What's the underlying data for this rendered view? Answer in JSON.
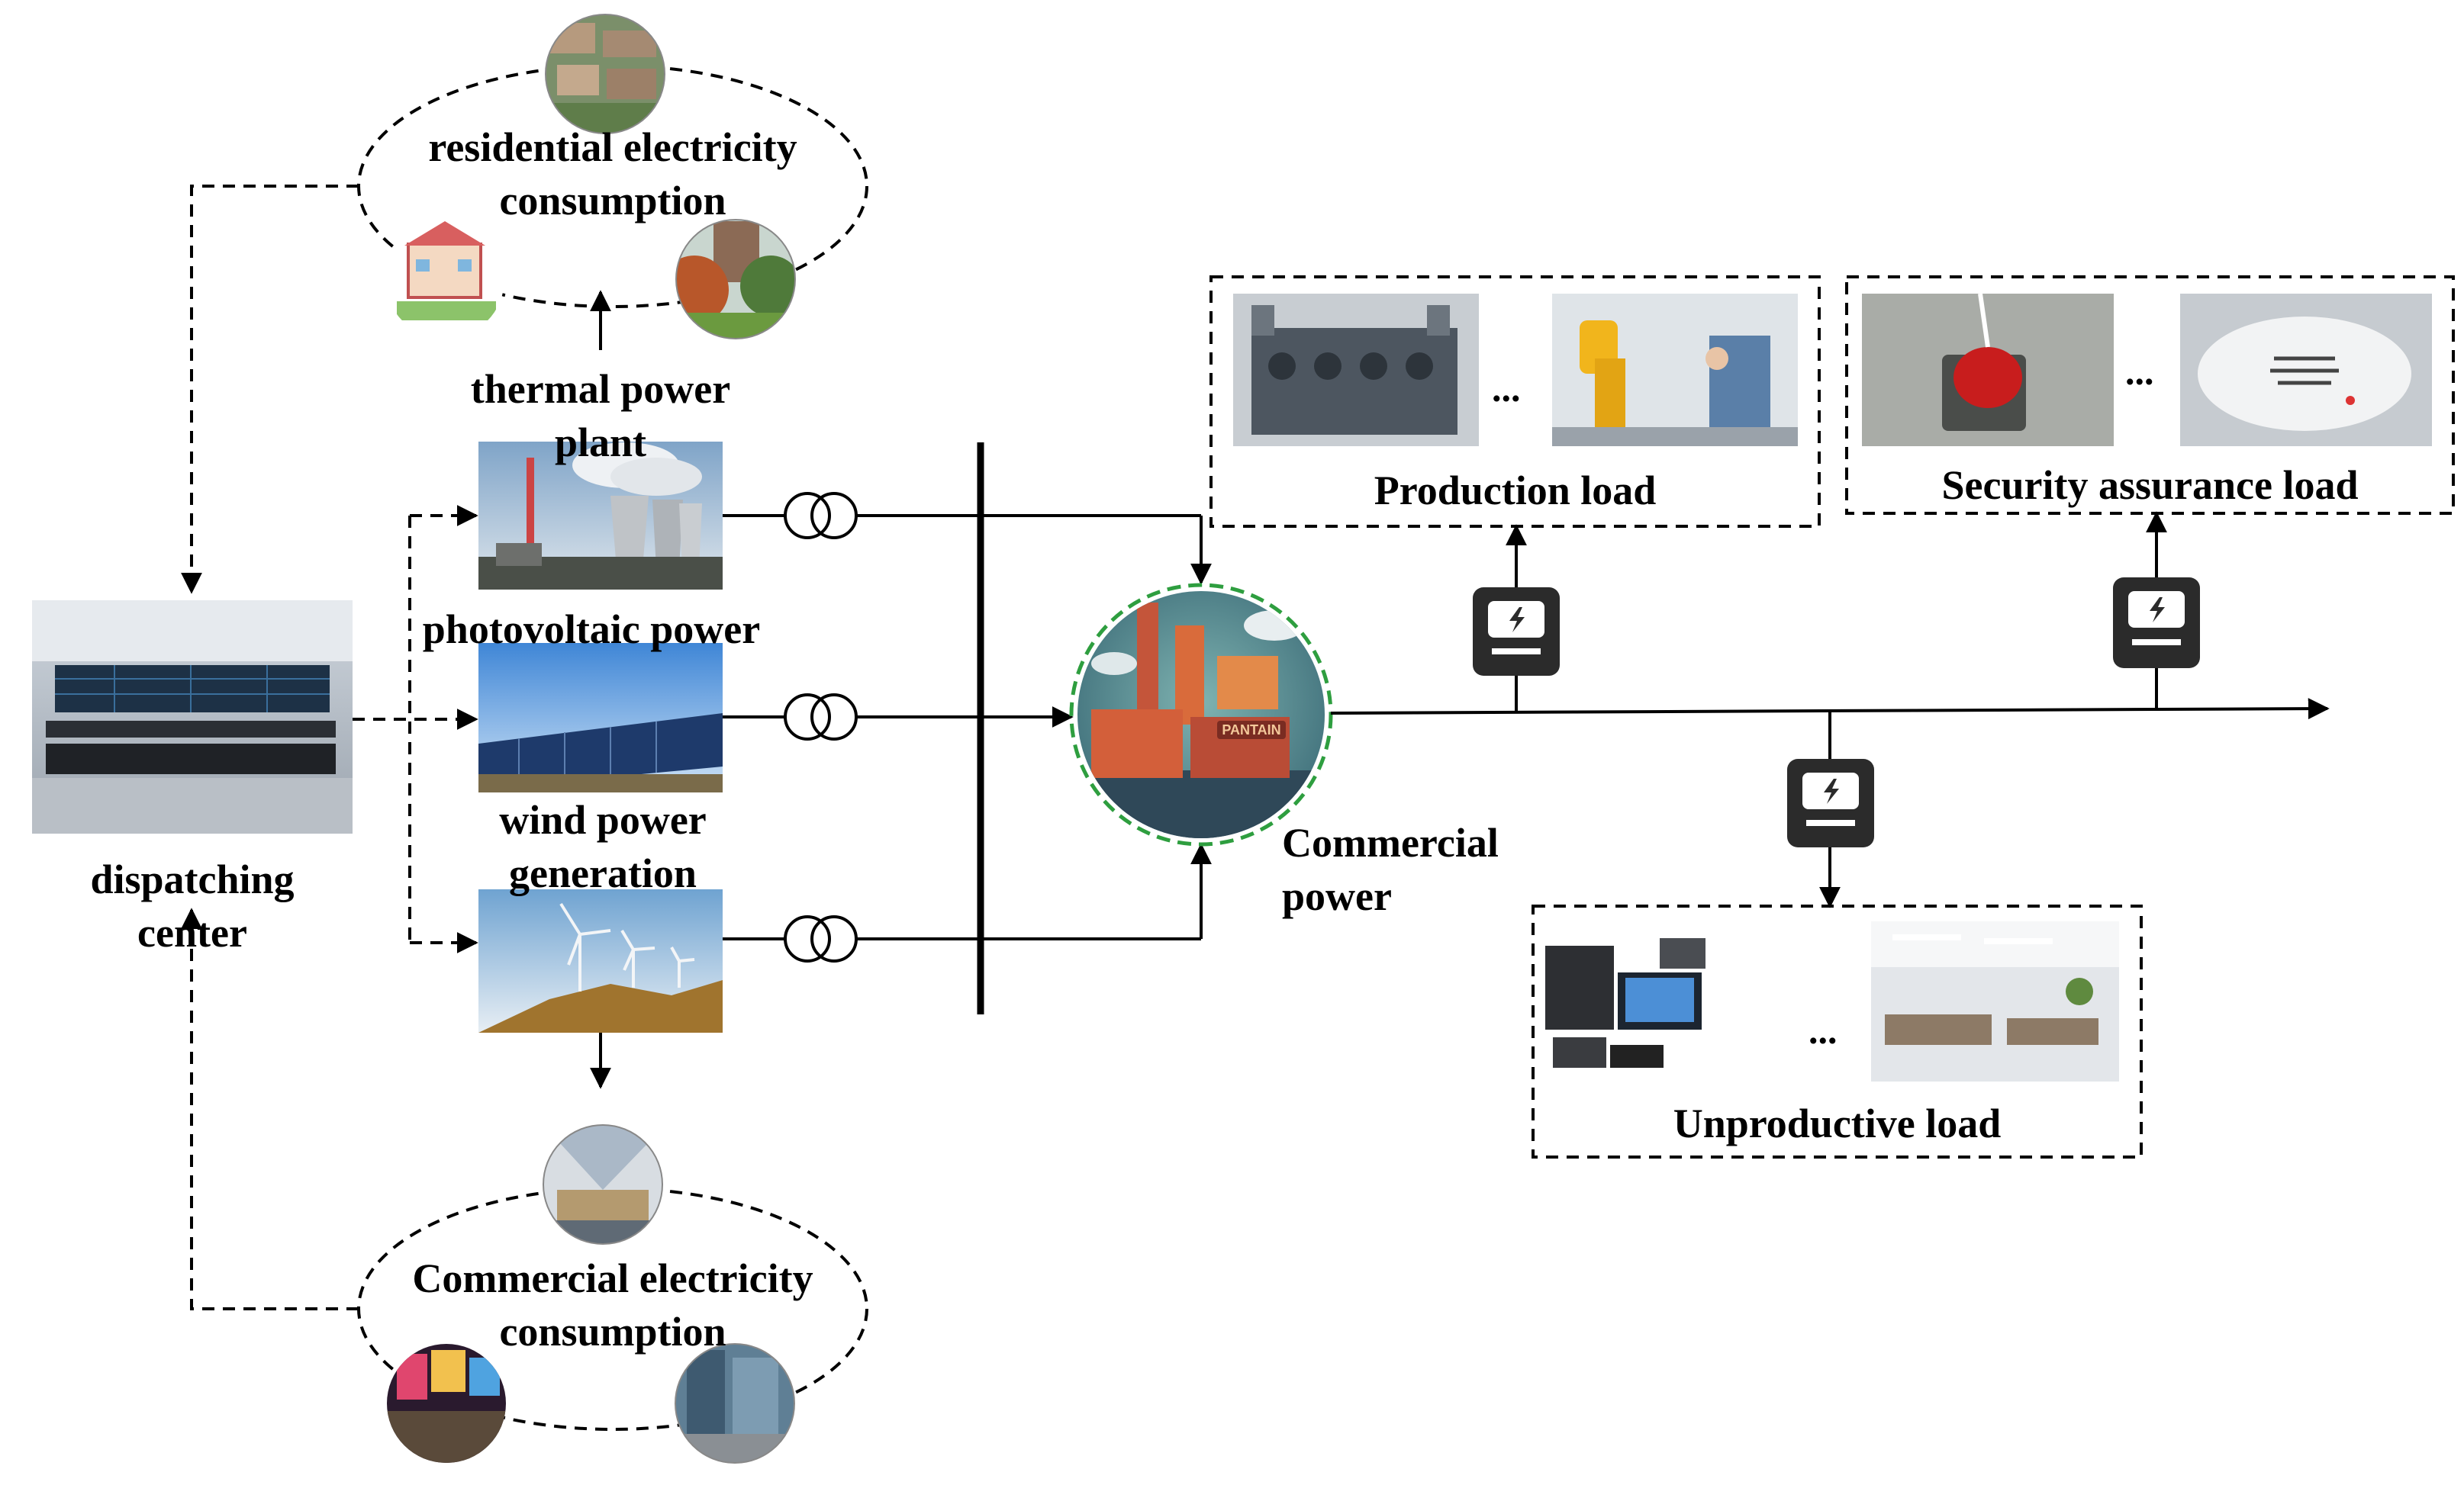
{
  "labels": {
    "residential_line1": "residential electricity",
    "residential_line2": "consumption",
    "thermal_line1": "thermal power",
    "thermal_line2": "plant",
    "photovoltaic": "photovoltaic power",
    "wind_line1": "wind power",
    "wind_line2": "generation",
    "dispatching_line1": "dispatching",
    "dispatching_line2": "center",
    "commercial_power_line1": "Commercial",
    "commercial_power_line2": "power",
    "commercial_consumption_line1": "Commercial electricity",
    "commercial_consumption_line2": "consumption",
    "production_load": "Production load",
    "security_load": "Security assurance load",
    "unproductive_load": "Unproductive load",
    "ellipsis": "..."
  },
  "icons": {
    "meter": "electricity-meter-icon",
    "transformer": "transformer-icon",
    "factory": "factory-icon"
  },
  "colors": {
    "line": "#000000",
    "factory_ring": "#2e9e3f",
    "factory_bg": "#4f8c8f",
    "factory_orange": "#e07a3a"
  }
}
